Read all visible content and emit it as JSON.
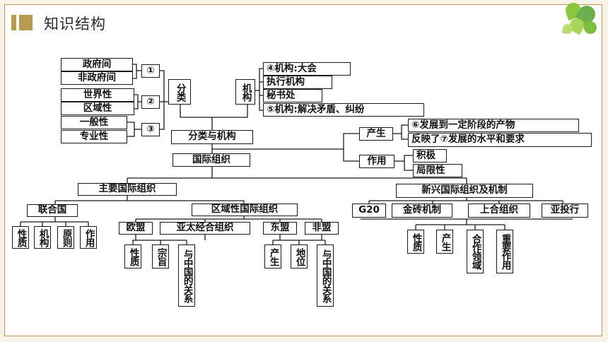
{
  "header": {
    "title": "知识结构"
  },
  "nodes": {
    "zhengfujian": "政府间",
    "feizhengfujian": "非政府间",
    "c1": "①",
    "shijiexing": "世界性",
    "quyuxing": "区域性",
    "c2": "②",
    "yibanxing": "一般性",
    "zhuanyexing": "专业性",
    "c3": "③",
    "fenlei": "分类",
    "jigou": "机构",
    "jigou_dahui": "④机构:大会",
    "zhixing": "执行机构",
    "mishuchu": "秘书处",
    "jigou_jiejue": "⑤机构:解决矛盾、纠纷",
    "fenlei_yu_jigou": "分类与机构",
    "chansheng": "产生",
    "fazhan": "⑥发展到一定阶段的产物",
    "fanying": "反映了⑦发展的水平和要求",
    "zuoyong": "作用",
    "jiji": "积极",
    "juxianxing": "局限性",
    "guoji_zuzhi": "国际组织",
    "zhuyao": "主要国际组织",
    "xinxing": "新兴国际组织及机制",
    "lianheguo": "联合国",
    "quyuxing_guoji": "区域性国际组织",
    "un_xingzhi": "性质",
    "un_jigou": "机构",
    "un_yuanze": "原则",
    "un_zuoyong": "作用",
    "oumeng": "欧盟",
    "yatai": "亚太经合组织",
    "dongmeng": "东盟",
    "feimeng": "非盟",
    "eu_xingzhi": "性质",
    "eu_zongzhi": "宗旨",
    "eu_guanxi": "与中国的关系",
    "asean_chansheng": "产生",
    "asean_diwei": "地位",
    "asean_guanxi": "与中国的关系",
    "g20": "G20",
    "jinzhuan": "金砖机制",
    "shanghe": "上合组织",
    "yatouhang": "亚投行",
    "new_xingzhi": "性质",
    "new_chansheng": "产生",
    "new_hezuo": "合作领域",
    "new_zhongyao": "重要作用"
  }
}
